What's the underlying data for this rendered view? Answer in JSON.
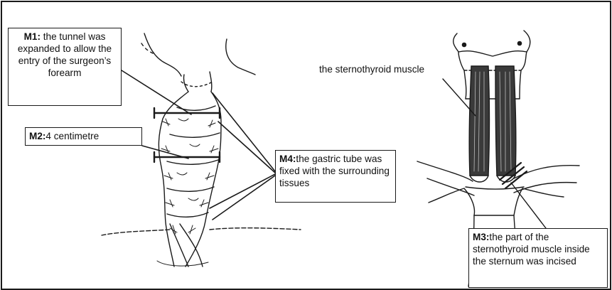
{
  "annotations": {
    "m1": {
      "tag": "M1:",
      "text": " the tunnel was expanded to allow the entry of the surgeon’s forearm"
    },
    "m2": {
      "tag": "M2:",
      "text": "4 centimetre"
    },
    "m3": {
      "tag": "M3:",
      "text": "the part of the sternothyroid muscle inside the sternum was incised"
    },
    "m4": {
      "tag": "M4:",
      "text": "the gastric tube was fixed with the surrounding tissues"
    },
    "muscle_label": "the sternothyroid muscle"
  },
  "colors": {
    "ink": "#1a1a1a",
    "muscle": "#3a3a3a",
    "background": "#ffffff"
  }
}
